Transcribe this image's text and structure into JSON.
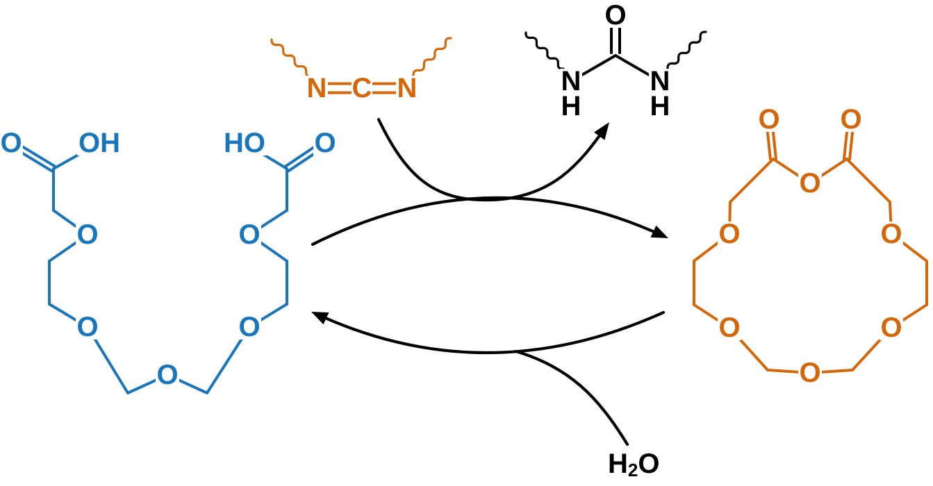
{
  "colors": {
    "diacid_blue": "#1a76bb",
    "reagent_orange": "#d4670a",
    "ink_black": "#000000",
    "background": "#ffffff"
  },
  "labels": {
    "oxygen": "O",
    "hydroxyl": "OH",
    "hydroxyl_rev": "HO",
    "nitrogen": "N",
    "carbon": "C",
    "hydrogen": "H",
    "water_h": "H",
    "water_sub": "2",
    "water_o": "O"
  }
}
